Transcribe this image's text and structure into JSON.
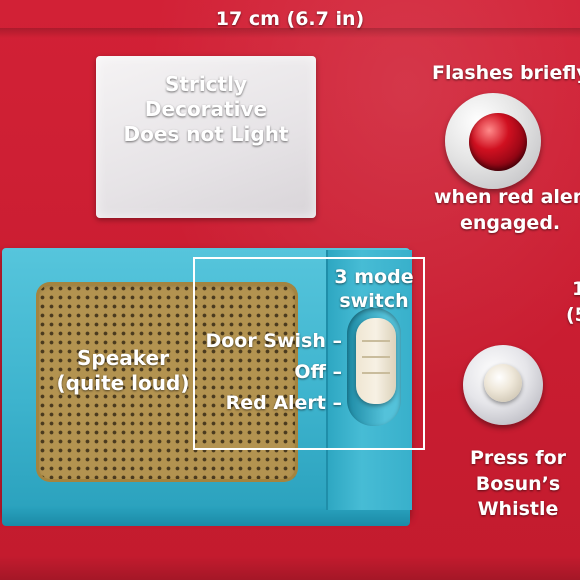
{
  "dimension_label": "17 cm  (6.7 in)",
  "decorative_plate": {
    "lines": [
      "Strictly",
      "Decorative",
      "Does not Light"
    ]
  },
  "red_light": {
    "caption_top": "Flashes briefly",
    "caption_bottom_line1": "when red alert",
    "caption_bottom_line2": "engaged."
  },
  "speaker": {
    "line1": "Speaker",
    "line2": "(quite loud)"
  },
  "mode_switch": {
    "title_line1": "3 mode",
    "title_line2": "switch",
    "options": [
      "Door Swish –",
      "Off –",
      "Red Alert –"
    ],
    "knob_color": "#f3ecdc",
    "selected": "Door Swish"
  },
  "whistle_button": {
    "line1": "Press for",
    "line2": "Bosun’s",
    "line3": "Whistle"
  },
  "right_edge_fragments": [
    "1",
    "(5"
  ],
  "colors": {
    "panel_red": "#c91f32",
    "housing_blue": "#3eb4ce",
    "grille_gold": "#b39350",
    "lamp_red": "#d01020",
    "label_white": "#ffffff"
  }
}
